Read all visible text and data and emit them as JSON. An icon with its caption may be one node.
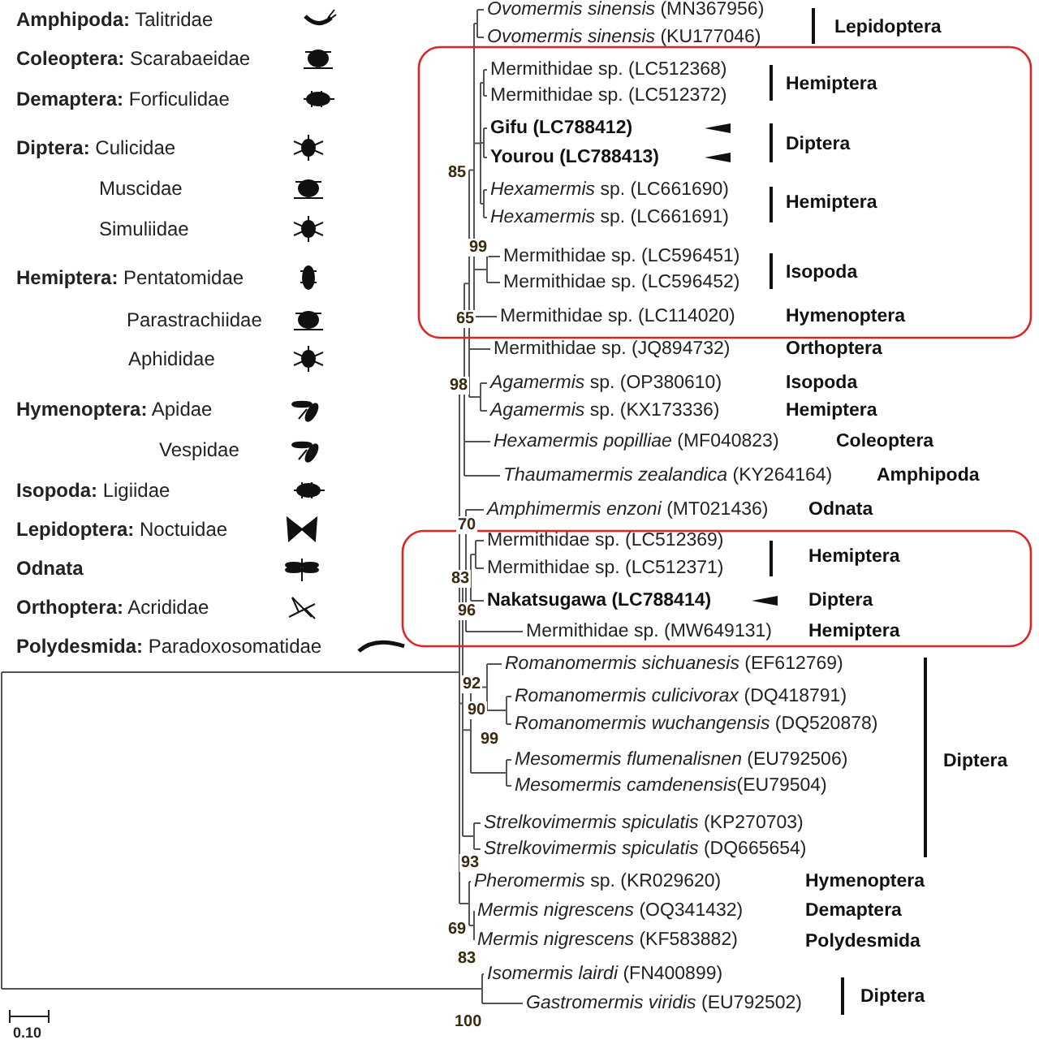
{
  "diagram": {
    "labels": [
      "*Ovomermis sinensis* (MN367956)",
      "*Ovomermis sinensis* (KU177046)",
      "Lepidoptera",
      "Mermithidae sp. (LC512368)",
      "Mermithidae sp. (LC512372)",
      "Hemiptera",
      "Gifu (LC788412)",
      "Yourou (LC788413)",
      "Diptera",
      "*Hexamermis* sp. (LC661690)",
      "*Hexamermis* sp. (LC661691)",
      "Hemiptera",
      "85",
      "99",
      "Mermithidae sp. (LC596451)",
      "Mermithidae sp. (LC596452)",
      "Isopoda",
      "65",
      "Mermithidae sp. (LC114020)",
      "Hymenoptera",
      "Mermithidae sp. (JQ894732)",
      "Orthoptera",
      "98",
      "*Agamermis* sp. (OP380610)",
      "Isopoda",
      "*Agamermis* sp. (KX173336)",
      "Hemiptera",
      "*Hexamermis popilliae* (MF040823)",
      "Coleoptera",
      "*Thaumamermis zealandica* (KY264164)",
      "Amphipoda",
      "70",
      "*Amphimermis enzoni* (MT021436)",
      "Odnata",
      "Mermithidae sp. (LC512369)",
      "Mermithidae sp. (LC512371)",
      "Hemiptera",
      "83",
      "Nakatsugawa (LC788414)",
      "Diptera",
      "96",
      "Mermithidae sp. (MW649131)",
      "Hemiptera",
      "*Romanomermis sichuanesis* (EF612769)",
      "92",
      "*Romanomermis culicivorax* (DQ418791)",
      "90",
      "*Romanomermis wuchangensis* (DQ520878)",
      "99",
      "*Mesomermis flumenalisnen* (EU792506)",
      "Diptera",
      "*Mesomermis camdenensis*(EU79504)",
      "*Strelkovimermis spiculatis* (KP270703)",
      "*Strelkovimermis spiculatis* (DQ665654)",
      "93",
      "*Pheromermis* sp. (KR029620)",
      "Hymenoptera",
      "*Mermis nigrescens* (OQ341432)",
      "Demaptera",
      "69",
      "*Mermis nigrescens* (KF583882)",
      "Polydesmida",
      "83",
      "*Isomermis lairdi* (FN400899)",
      "*Gastromermis viridis* (EU792502)",
      "Diptera",
      "100",
      "0.10"
    ],
    "legend": [
      {
        "text": "**Amphipoda:** Talitridae"
      },
      {
        "text": "**Coleoptera:** Scarabaeidae"
      },
      {
        "text": "**Demaptera:** Forficulidae"
      },
      {
        "text": "**Diptera:** Culicidae"
      },
      {
        "text": "Muscidae"
      },
      {
        "text": "Simuliidae"
      },
      {
        "text": "**Hemiptera:** Pentatomidae"
      },
      {
        "text": "Parastrachiidae"
      },
      {
        "text": "Aphididae"
      },
      {
        "text": "**Hymenoptera:** Apidae"
      },
      {
        "text": "Vespidae"
      },
      {
        "text": "**Isopoda:** Ligiidae"
      },
      {
        "text": "**Lepidoptera:** Noctuidae"
      },
      {
        "text": "**Odnata**"
      },
      {
        "text": "**Orthoptera:** Acrididae"
      },
      {
        "text": "**Polydesmida:** Paradoxosomatidae"
      }
    ]
  }
}
